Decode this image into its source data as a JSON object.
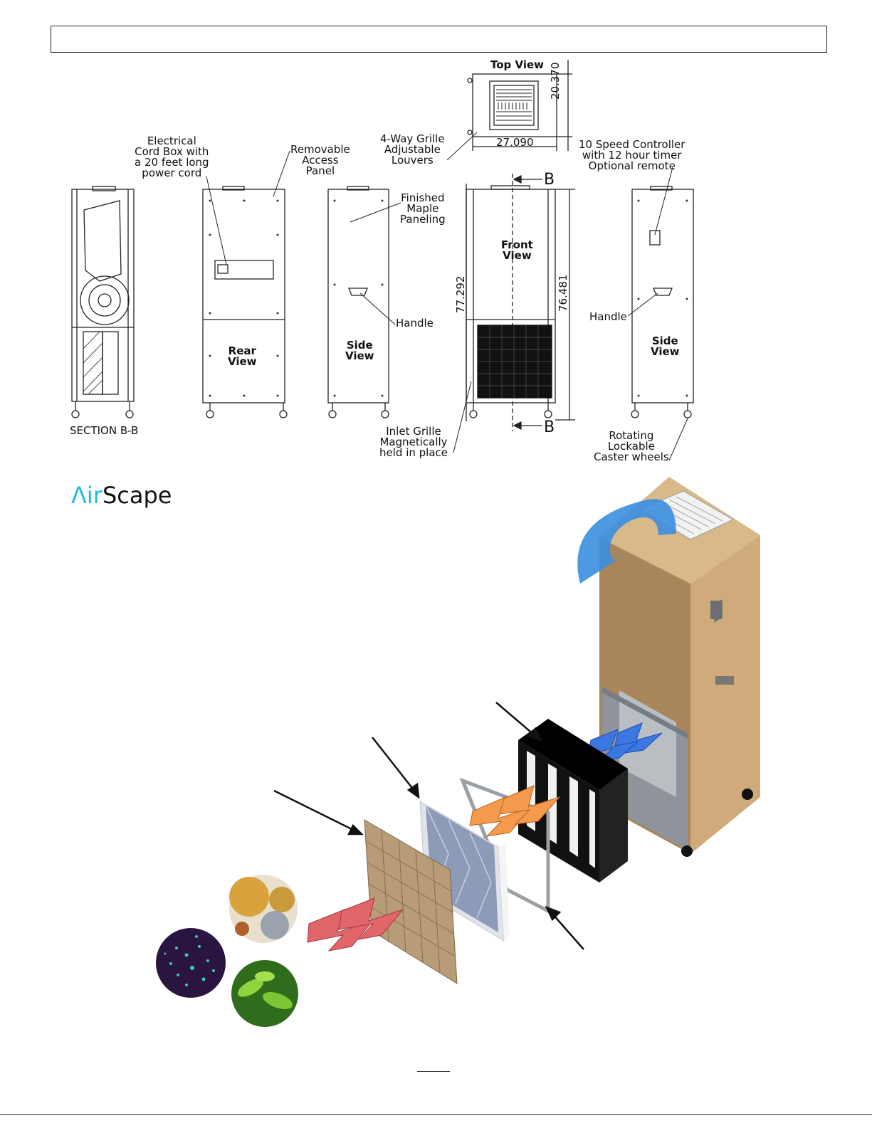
{
  "drawing": {
    "top_view_title": "Top View",
    "dim_top_depth": "20.370",
    "dim_top_width": "27.090",
    "dim_height_total": "77.292",
    "dim_height_cabinet": "76.481",
    "section_marker": "B",
    "section_label": "SECTION B-B",
    "views": {
      "rear": [
        "Rear",
        "View"
      ],
      "side": [
        "Side",
        "View"
      ],
      "front": [
        "Front",
        "View"
      ]
    },
    "callouts": {
      "cord_box": [
        "Electrical",
        "Cord Box with",
        "a 20 feet long",
        "power cord"
      ],
      "access_panel": [
        "Removable",
        "Access",
        "Panel"
      ],
      "grille": [
        "4-Way Grille",
        "Adjustable",
        "Louvers"
      ],
      "paneling": [
        "Finished",
        "Maple",
        "Paneling"
      ],
      "handle_left": "Handle",
      "handle_right": "Handle",
      "controller": [
        "10 Speed Controller",
        "with 12 hour timer",
        "Optional remote"
      ],
      "inlet": [
        "Inlet Grille",
        "Magnetically",
        "held in place"
      ],
      "casters": [
        "Rotating",
        "Lockable",
        "Caster wheels"
      ]
    }
  },
  "brand": {
    "logo_a": "Λ",
    "logo_ir": "ir",
    "logo_scape": "Scape",
    "accent_color": "#1fb8e6"
  },
  "colors": {
    "wood": "#c9a676",
    "filter_black": "#111111",
    "airflow_blue": "#3a8fe0",
    "airflow_orange": "#f39a4c",
    "airflow_red": "#e0666a"
  }
}
